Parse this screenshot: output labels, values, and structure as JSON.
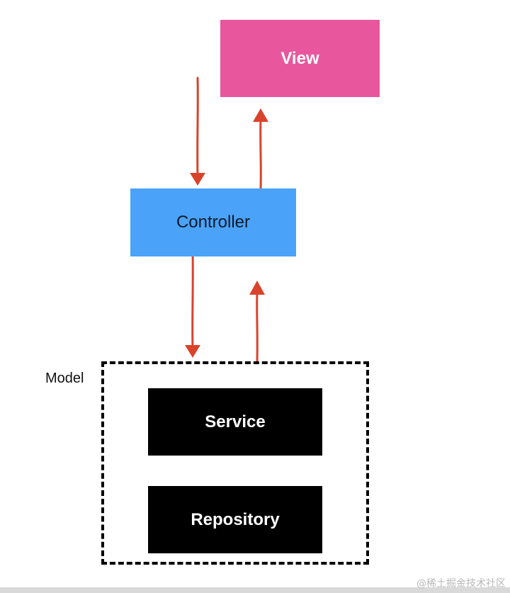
{
  "diagram": {
    "view_label": "View",
    "controller_label": "Controller",
    "model_label": "Model",
    "service_label": "Service",
    "repository_label": "Repository"
  },
  "watermark": "@稀土掘金技术社区",
  "colors": {
    "view": "#e8579d",
    "controller": "#4aa3f8",
    "model_layers": "#000000",
    "arrows": "#d9432b"
  }
}
